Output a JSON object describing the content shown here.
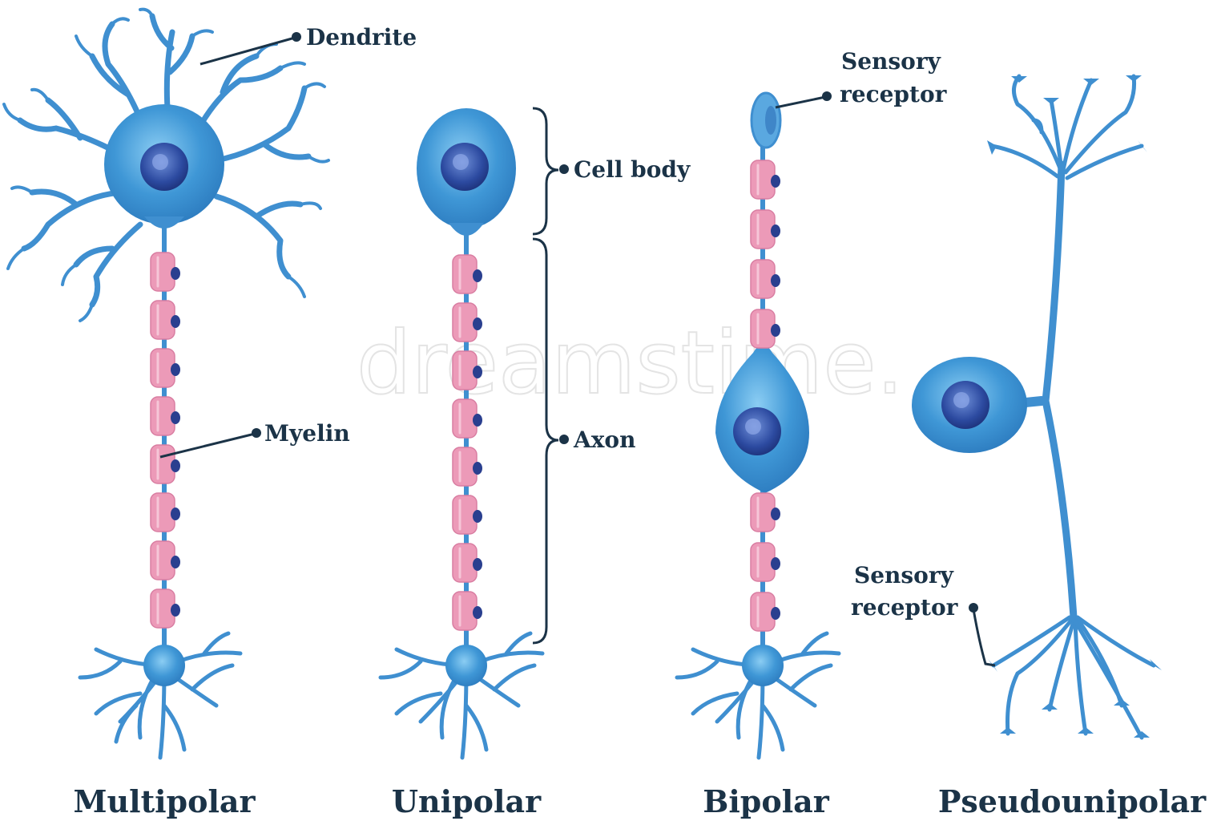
{
  "colors": {
    "neuron": "#3f8fd0",
    "neuron_light": "#7cc0ee",
    "nucleus": "#2d4fa0",
    "myelin": "#ec9ab8",
    "node": "#2a3f8f",
    "label": "#1b3347"
  },
  "labels": {
    "dendrite": "Dendrite",
    "myelin": "Myelin",
    "cell_body": "Cell body",
    "axon": "Axon",
    "sensory_receptor_top_line1": "Sensory",
    "sensory_receptor_top_line2": "receptor",
    "sensory_receptor_bottom_line1": "Sensory",
    "sensory_receptor_bottom_line2": "receptor"
  },
  "titles": {
    "multipolar": "Multipolar",
    "unipolar": "Unipolar",
    "bipolar": "Bipolar",
    "pseudounipolar": "Pseudounipolar"
  },
  "watermark": "dreamstime."
}
